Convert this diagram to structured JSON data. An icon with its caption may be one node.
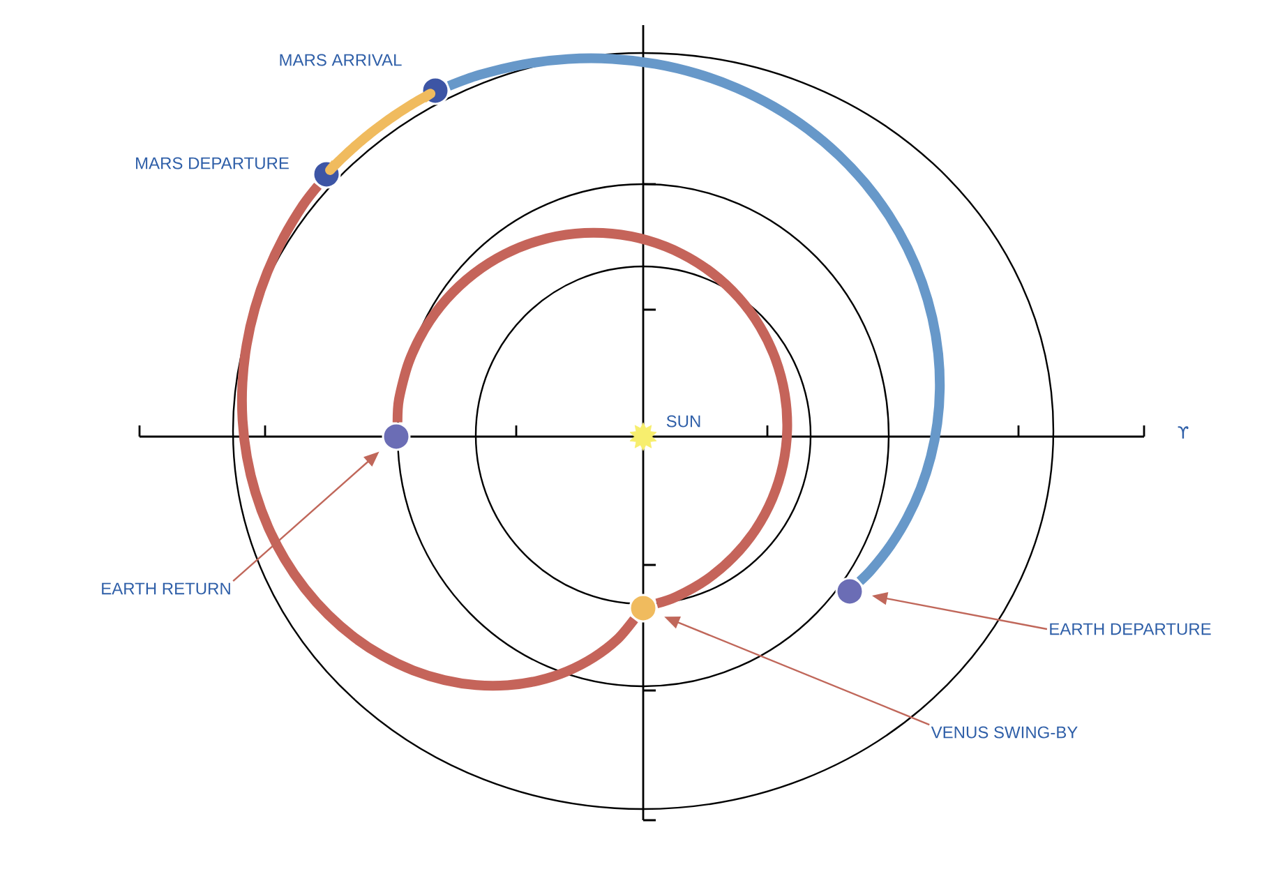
{
  "diagram": {
    "nodes": [
      {
        "text": [],
        "shape": "star",
        "beside": [
          "SUN"
        ]
      },
      {
        "text": [],
        "shape": "circle",
        "beside": [
          "MARS ARRIVAL"
        ]
      },
      {
        "text": [],
        "shape": "circle",
        "beside": [
          "MARS DEPARTURE"
        ]
      },
      {
        "text": [],
        "shape": "circle"
      },
      {
        "text": [],
        "shape": "circle"
      },
      {
        "text": [],
        "shape": "circle"
      },
      {
        "text": [
          "EARTH RETURN"
        ]
      },
      {
        "text": [
          "VENUS SWING-BY"
        ]
      },
      {
        "text": [
          "EARTH DEPARTURE"
        ]
      }
    ],
    "edges": [
      {
        "from": 5,
        "to": 1,
        "arrow": "none",
        "color": "#6798c9"
      },
      {
        "from": 1,
        "to": 2,
        "arrow": "none",
        "color": "#f0bb5e"
      },
      {
        "from": 2,
        "to": 4,
        "arrow": "none",
        "color": "#c5645a"
      },
      {
        "from": 4,
        "to": 3,
        "arrow": "none",
        "color": "#c5645a"
      },
      {
        "from": 6,
        "to": 3,
        "arrow": "to",
        "color": "#c0675a"
      },
      {
        "from": 7,
        "to": 4,
        "arrow": "to",
        "color": "#c0675a"
      },
      {
        "from": 8,
        "to": 5,
        "arrow": "to",
        "color": "#c0675a"
      }
    ],
    "labels": [
      "ϒ"
    ]
  }
}
